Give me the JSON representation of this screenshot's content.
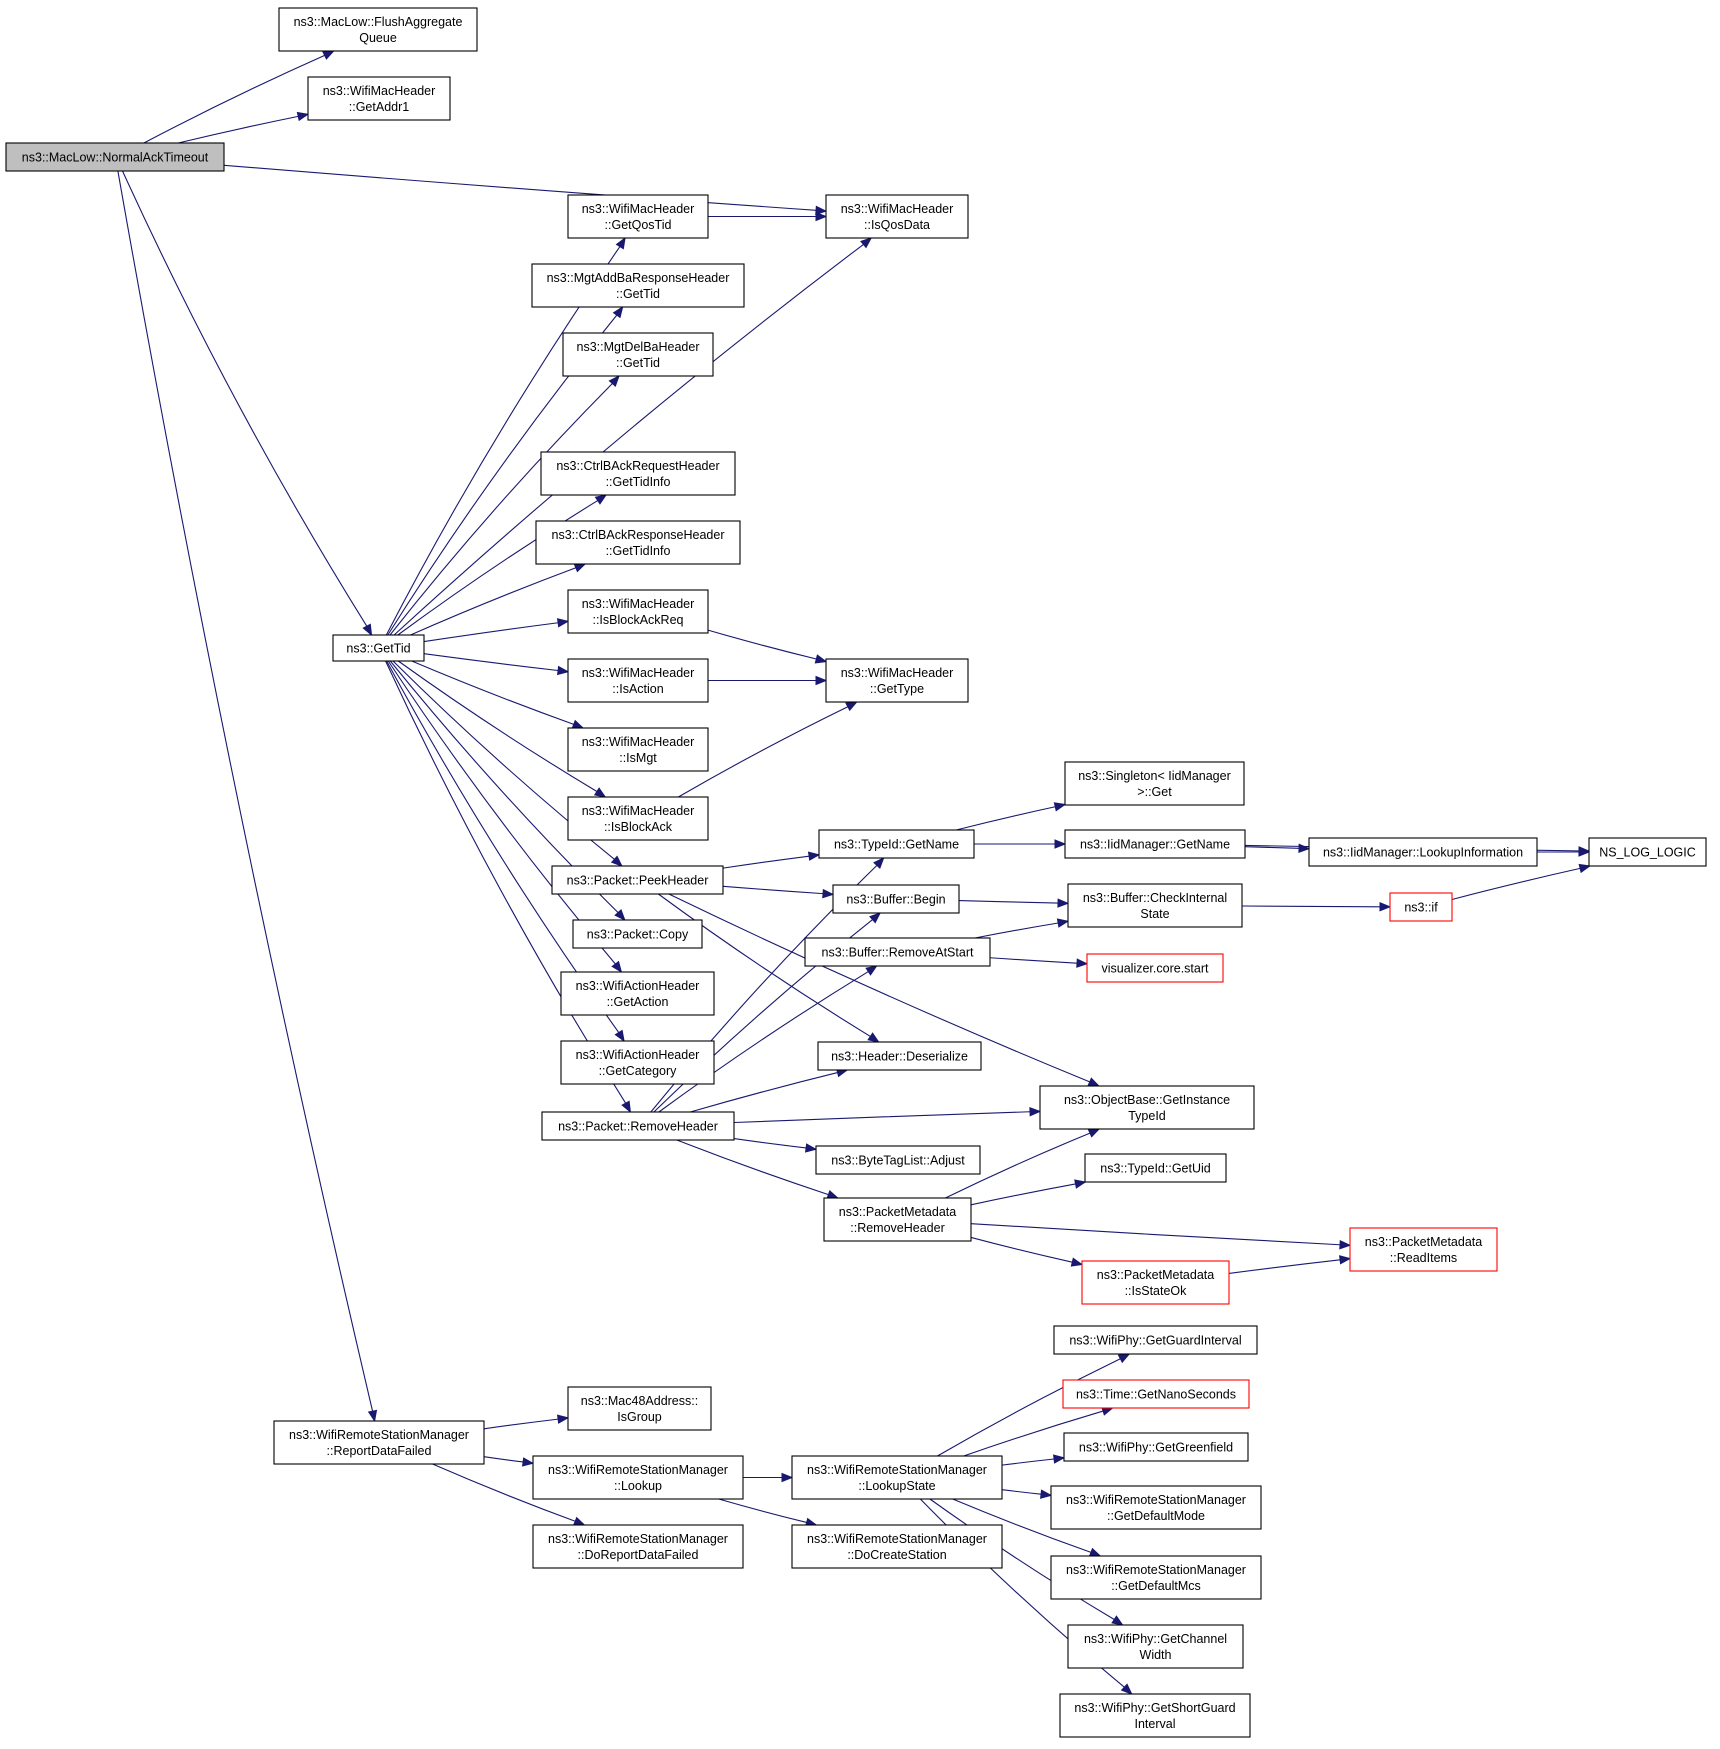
{
  "diagram": {
    "nodes": [
      {
        "id": "normalacktimeout",
        "lines": [
          "ns3::MacLow::NormalAckTimeout"
        ],
        "style": "root"
      },
      {
        "id": "flushaggregatequeue",
        "lines": [
          "ns3::MacLow::FlushAggregate",
          "Queue"
        ]
      },
      {
        "id": "getaddr1",
        "lines": [
          "ns3::WifiMacHeader",
          "::GetAddr1"
        ]
      },
      {
        "id": "isqosdata",
        "lines": [
          "ns3::WifiMacHeader",
          "::IsQosData"
        ]
      },
      {
        "id": "getqostid",
        "lines": [
          "ns3::WifiMacHeader",
          "::GetQosTid"
        ]
      },
      {
        "id": "mgtaddbaresponse-gettid",
        "lines": [
          "ns3::MgtAddBaResponseHeader",
          "::GetTid"
        ]
      },
      {
        "id": "mgtdelba-gettid",
        "lines": [
          "ns3::MgtDelBaHeader",
          "::GetTid"
        ]
      },
      {
        "id": "ctrlbackrequest-gettidinfo",
        "lines": [
          "ns3::CtrlBAckRequestHeader",
          "::GetTidInfo"
        ]
      },
      {
        "id": "ctrlbackresponse-gettidinfo",
        "lines": [
          "ns3::CtrlBAckResponseHeader",
          "::GetTidInfo"
        ]
      },
      {
        "id": "isblockackreq",
        "lines": [
          "ns3::WifiMacHeader",
          "::IsBlockAckReq"
        ]
      },
      {
        "id": "gettid",
        "lines": [
          "ns3::GetTid"
        ]
      },
      {
        "id": "isaction",
        "lines": [
          "ns3::WifiMacHeader",
          "::IsAction"
        ]
      },
      {
        "id": "gettype",
        "lines": [
          "ns3::WifiMacHeader",
          "::GetType"
        ]
      },
      {
        "id": "ismgt",
        "lines": [
          "ns3::WifiMacHeader",
          "::IsMgt"
        ]
      },
      {
        "id": "isblockack",
        "lines": [
          "ns3::WifiMacHeader",
          "::IsBlockAck"
        ]
      },
      {
        "id": "singleton-get",
        "lines": [
          "ns3::Singleton< IidManager",
          ">::Get"
        ]
      },
      {
        "id": "typeid-getname",
        "lines": [
          "ns3::TypeId::GetName"
        ]
      },
      {
        "id": "iidmanager-getname",
        "lines": [
          "ns3::IidManager::GetName"
        ]
      },
      {
        "id": "lookupinformation",
        "lines": [
          "ns3::IidManager::LookupInformation"
        ]
      },
      {
        "id": "ns-log-logic",
        "lines": [
          "NS_LOG_LOGIC"
        ]
      },
      {
        "id": "peekheader",
        "lines": [
          "ns3::Packet::PeekHeader"
        ]
      },
      {
        "id": "buffer-begin",
        "lines": [
          "ns3::Buffer::Begin"
        ]
      },
      {
        "id": "checkinternalstate",
        "lines": [
          "ns3::Buffer::CheckInternal",
          "State"
        ]
      },
      {
        "id": "ns3-if",
        "lines": [
          "ns3::if"
        ],
        "style": "red"
      },
      {
        "id": "packet-copy",
        "lines": [
          "ns3::Packet::Copy"
        ]
      },
      {
        "id": "removeatstart",
        "lines": [
          "ns3::Buffer::RemoveAtStart"
        ]
      },
      {
        "id": "visualizer-start",
        "lines": [
          "visualizer.core.start"
        ],
        "style": "red"
      },
      {
        "id": "getaction",
        "lines": [
          "ns3::WifiActionHeader",
          "::GetAction"
        ]
      },
      {
        "id": "getcategory",
        "lines": [
          "ns3::WifiActionHeader",
          "::GetCategory"
        ]
      },
      {
        "id": "header-deserialize",
        "lines": [
          "ns3::Header::Deserialize"
        ]
      },
      {
        "id": "getinstancetypeid",
        "lines": [
          "ns3::ObjectBase::GetInstance",
          "TypeId"
        ]
      },
      {
        "id": "packet-removeheader",
        "lines": [
          "ns3::Packet::RemoveHeader"
        ]
      },
      {
        "id": "bytetaglist-adjust",
        "lines": [
          "ns3::ByteTagList::Adjust"
        ]
      },
      {
        "id": "typeid-getuid",
        "lines": [
          "ns3::TypeId::GetUid"
        ]
      },
      {
        "id": "packetmetadata-removeheader",
        "lines": [
          "ns3::PacketMetadata",
          "::RemoveHeader"
        ]
      },
      {
        "id": "readitems",
        "lines": [
          "ns3::PacketMetadata",
          "::ReadItems"
        ],
        "style": "red"
      },
      {
        "id": "isstateok",
        "lines": [
          "ns3::PacketMetadata",
          "::IsStateOk"
        ],
        "style": "red"
      },
      {
        "id": "getguardinterval",
        "lines": [
          "ns3::WifiPhy::GetGuardInterval"
        ]
      },
      {
        "id": "getnanoseconds",
        "lines": [
          "ns3::Time::GetNanoSeconds"
        ],
        "style": "red"
      },
      {
        "id": "mac48-isgroup",
        "lines": [
          "ns3::Mac48Address::",
          "IsGroup"
        ]
      },
      {
        "id": "getgreenfield",
        "lines": [
          "ns3::WifiPhy::GetGreenfield"
        ]
      },
      {
        "id": "reportdatafailed",
        "lines": [
          "ns3::WifiRemoteStationManager",
          "::ReportDataFailed"
        ]
      },
      {
        "id": "wrsm-lookup",
        "lines": [
          "ns3::WifiRemoteStationManager",
          "::Lookup"
        ]
      },
      {
        "id": "lookupstate",
        "lines": [
          "ns3::WifiRemoteStationManager",
          "::LookupState"
        ]
      },
      {
        "id": "getdefaultmode",
        "lines": [
          "ns3::WifiRemoteStationManager",
          "::GetDefaultMode"
        ]
      },
      {
        "id": "doreportdatafailed",
        "lines": [
          "ns3::WifiRemoteStationManager",
          "::DoReportDataFailed"
        ]
      },
      {
        "id": "docreatestation",
        "lines": [
          "ns3::WifiRemoteStationManager",
          "::DoCreateStation"
        ]
      },
      {
        "id": "getdefaultmcs",
        "lines": [
          "ns3::WifiRemoteStationManager",
          "::GetDefaultMcs"
        ]
      },
      {
        "id": "getchannelwidth",
        "lines": [
          "ns3::WifiPhy::GetChannel",
          "Width"
        ]
      },
      {
        "id": "getshortguardinterval",
        "lines": [
          "ns3::WifiPhy::GetShortGuard",
          "Interval"
        ]
      }
    ],
    "edges": [
      [
        "normalacktimeout",
        "flushaggregatequeue"
      ],
      [
        "normalacktimeout",
        "getaddr1"
      ],
      [
        "normalacktimeout",
        "isqosdata"
      ],
      [
        "normalacktimeout",
        "gettid"
      ],
      [
        "normalacktimeout",
        "reportdatafailed"
      ],
      [
        "getqostid",
        "isqosdata"
      ],
      [
        "gettid",
        "getqostid"
      ],
      [
        "gettid",
        "mgtaddbaresponse-gettid"
      ],
      [
        "gettid",
        "mgtdelba-gettid"
      ],
      [
        "gettid",
        "isqosdata"
      ],
      [
        "gettid",
        "ctrlbackrequest-gettidinfo"
      ],
      [
        "gettid",
        "ctrlbackresponse-gettidinfo"
      ],
      [
        "gettid",
        "isblockackreq"
      ],
      [
        "gettid",
        "isaction"
      ],
      [
        "gettid",
        "ismgt"
      ],
      [
        "gettid",
        "isblockack"
      ],
      [
        "gettid",
        "peekheader"
      ],
      [
        "gettid",
        "packet-copy"
      ],
      [
        "gettid",
        "getaction"
      ],
      [
        "gettid",
        "getcategory"
      ],
      [
        "gettid",
        "packet-removeheader"
      ],
      [
        "isblockackreq",
        "gettype"
      ],
      [
        "isaction",
        "gettype"
      ],
      [
        "isblockack",
        "gettype"
      ],
      [
        "peekheader",
        "typeid-getname"
      ],
      [
        "peekheader",
        "buffer-begin"
      ],
      [
        "peekheader",
        "header-deserialize"
      ],
      [
        "peekheader",
        "getinstancetypeid"
      ],
      [
        "typeid-getname",
        "singleton-get"
      ],
      [
        "typeid-getname",
        "iidmanager-getname"
      ],
      [
        "iidmanager-getname",
        "lookupinformation"
      ],
      [
        "iidmanager-getname",
        "ns-log-logic"
      ],
      [
        "lookupinformation",
        "ns-log-logic"
      ],
      [
        "ns3-if",
        "ns-log-logic"
      ],
      [
        "buffer-begin",
        "checkinternalstate"
      ],
      [
        "checkinternalstate",
        "ns3-if"
      ],
      [
        "removeatstart",
        "checkinternalstate"
      ],
      [
        "removeatstart",
        "visualizer-start"
      ],
      [
        "packet-removeheader",
        "typeid-getname"
      ],
      [
        "packet-removeheader",
        "buffer-begin"
      ],
      [
        "packet-removeheader",
        "removeatstart"
      ],
      [
        "packet-removeheader",
        "header-deserialize"
      ],
      [
        "packet-removeheader",
        "getinstancetypeid"
      ],
      [
        "packet-removeheader",
        "bytetaglist-adjust"
      ],
      [
        "packet-removeheader",
        "packetmetadata-removeheader"
      ],
      [
        "packetmetadata-removeheader",
        "getinstancetypeid"
      ],
      [
        "packetmetadata-removeheader",
        "typeid-getuid"
      ],
      [
        "packetmetadata-removeheader",
        "readitems"
      ],
      [
        "packetmetadata-removeheader",
        "isstateok"
      ],
      [
        "isstateok",
        "readitems"
      ],
      [
        "reportdatafailed",
        "mac48-isgroup"
      ],
      [
        "reportdatafailed",
        "wrsm-lookup"
      ],
      [
        "reportdatafailed",
        "doreportdatafailed"
      ],
      [
        "wrsm-lookup",
        "lookupstate"
      ],
      [
        "wrsm-lookup",
        "docreatestation"
      ],
      [
        "lookupstate",
        "getguardinterval"
      ],
      [
        "lookupstate",
        "getnanoseconds"
      ],
      [
        "lookupstate",
        "getgreenfield"
      ],
      [
        "lookupstate",
        "getdefaultmode"
      ],
      [
        "lookupstate",
        "getdefaultmcs"
      ],
      [
        "lookupstate",
        "getchannelwidth"
      ],
      [
        "lookupstate",
        "getshortguardinterval"
      ]
    ]
  }
}
